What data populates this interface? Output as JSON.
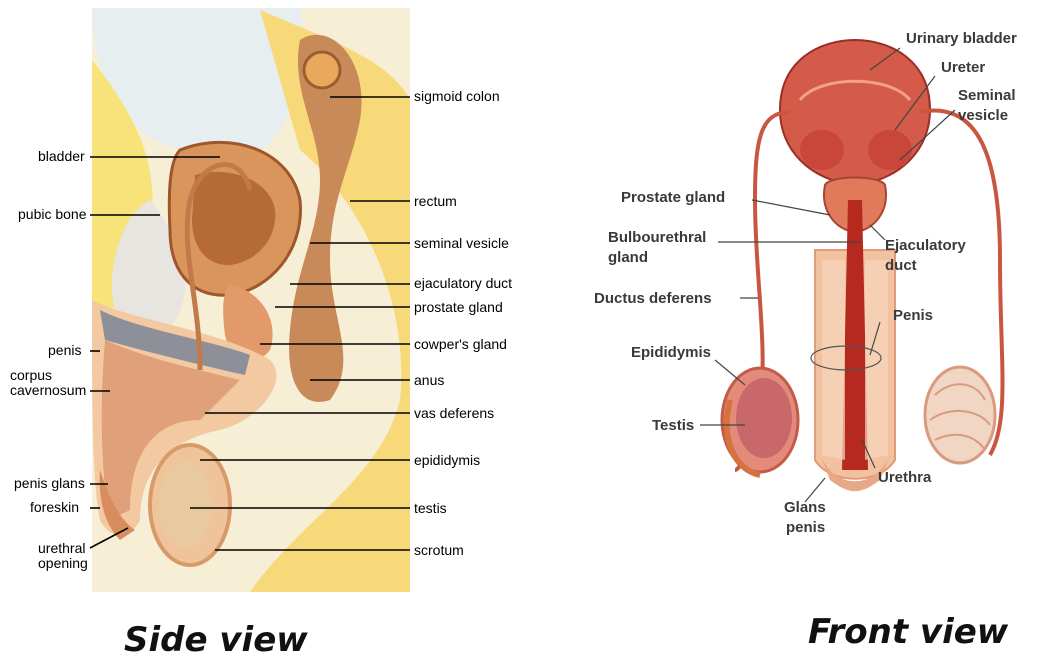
{
  "side_view": {
    "caption": "Side view",
    "labels": {
      "sigmoid_colon": "sigmoid colon",
      "bladder": "bladder",
      "rectum": "rectum",
      "pubic_bone": "pubic bone",
      "seminal_vesicle": "seminal vesicle",
      "ejaculatory_duct": "ejaculatory duct",
      "prostate_gland": "prostate gland",
      "penis": "penis",
      "cowpers_gland": "cowper's gland",
      "corpus_1": "corpus",
      "corpus_2": "cavernosum",
      "anus": "anus",
      "vas_deferens": "vas deferens",
      "epididymis": "epididymis",
      "penis_glans": "penis glans",
      "foreskin": "foreskin",
      "testis": "testis",
      "urethral_1": "urethral",
      "urethral_2": "opening",
      "scrotum": "scrotum"
    }
  },
  "front_view": {
    "caption": "Front view",
    "labels": {
      "urinary_bladder": "Urinary bladder",
      "ureter": "Ureter",
      "seminal_1": "Seminal",
      "seminal_2": "vesicle",
      "prostate_gland": "Prostate gland",
      "bulbourethral_1": "Bulbourethral",
      "bulbourethral_2": "gland",
      "ejaculatory_1": "Ejaculatory",
      "ejaculatory_2": "duct",
      "ductus_deferens": "Ductus deferens",
      "penis": "Penis",
      "epididymis": "Epididymis",
      "testis": "Testis",
      "urethra": "Urethra",
      "glans_1": "Glans",
      "glans_2": "penis"
    }
  }
}
